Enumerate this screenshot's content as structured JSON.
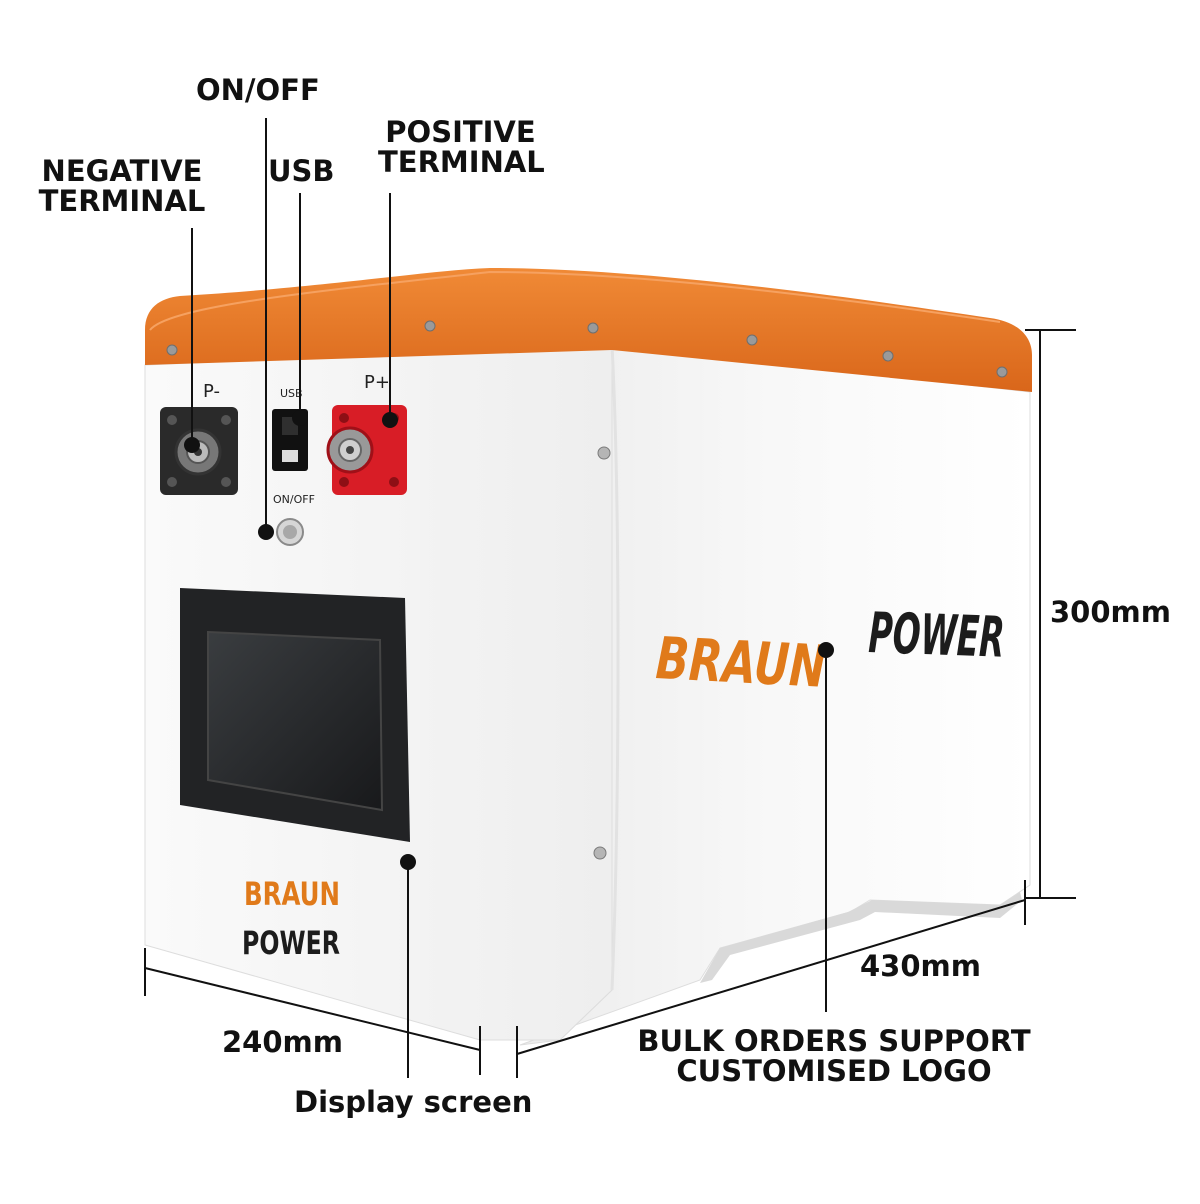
{
  "callouts": {
    "on_off": "ON/OFF",
    "usb": "USB",
    "negative_line1": "NEGATIVE",
    "negative_line2": "TERMINAL",
    "positive_line1": "POSITIVE",
    "positive_line2": "TERMINAL",
    "display_screen": "Display screen",
    "bulk_line1": "BULK ORDERS SUPPORT",
    "bulk_line2": "CUSTOMISED LOGO"
  },
  "dimensions": {
    "height": "300mm",
    "length": "430mm",
    "width": "240mm"
  },
  "panel_markings": {
    "negative": "P-",
    "positive": "P+",
    "usb": "USB",
    "on_off": "ON/OFF"
  },
  "brand": {
    "word1": "BRAUN",
    "word2": "POWER"
  },
  "colors": {
    "accent": "#e8741c",
    "body": "#f7f7f7",
    "terminal_positive": "#d81d26",
    "terminal_negative": "#2a2a2a",
    "text": "#111111"
  }
}
